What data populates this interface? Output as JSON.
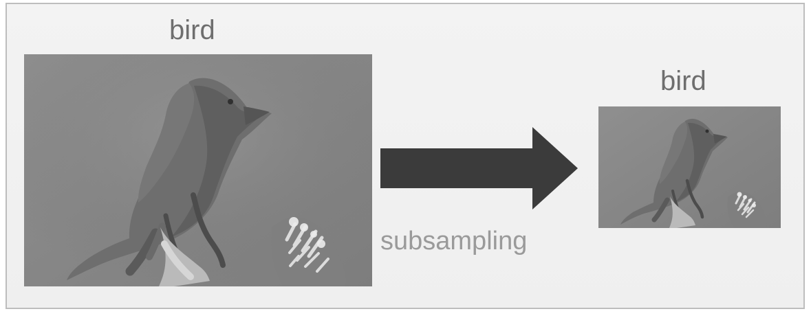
{
  "labels": {
    "original_title": "bird",
    "downsampled_title": "bird",
    "operation": "subsampling"
  },
  "colors": {
    "frame_border": "#bdbdbd",
    "arrow_fill": "#3b3b3b",
    "text": "#6e6e6e",
    "operation_text": "#9a9a9a"
  }
}
